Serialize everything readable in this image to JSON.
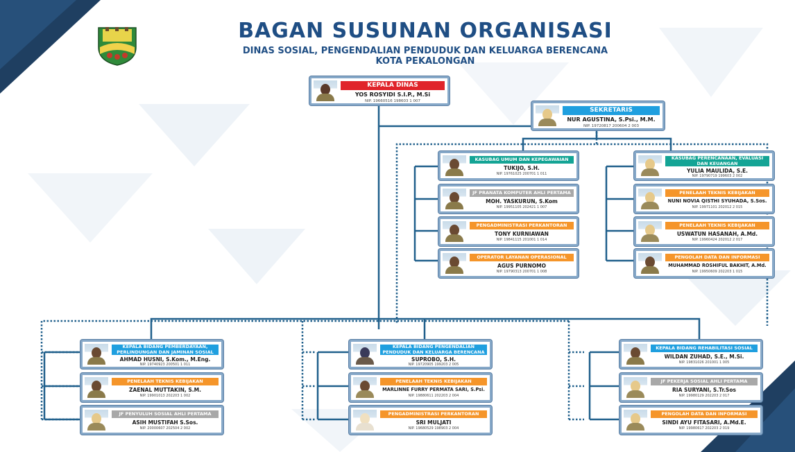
{
  "header": {
    "title": "BAGAN SUSUNAN ORGANISASI",
    "subtitle": "DINAS SOSIAL, PENGENDALIAN PENDUDUK DAN KELUARGA BERENCANA",
    "city": "KOTA PEKALONGAN"
  },
  "colors": {
    "red": "#e0242a",
    "blue": "#1f9fdf",
    "teal": "#14a495",
    "orange": "#f5952a",
    "gray": "#a8a8a8",
    "line": "#1f5f8b",
    "title": "#1f4e84"
  },
  "org": {
    "kepala_dinas": {
      "role": "KEPALA DINAS",
      "name": "YOS ROSYIDI S.I.P., M.Si",
      "nip": "NIP. 19660516 198603 1 007"
    },
    "sekretaris": {
      "role": "SEKRETARIS",
      "name": "NUR AGUSTINA, S.Psi., M.M.",
      "nip": "NIP. 19720817 200604 2 003"
    },
    "umum": [
      {
        "role": "KASUBAG UMUM DAN KEPEGAWAIAN",
        "name": "TUKIJO, S.H.",
        "nip": "NIP. 19761025 200701 1 011"
      },
      {
        "role": "JF PRANATA KOMPUTER AHLI PERTAMA",
        "name": "MOH. YASKURUN, S.Kom",
        "nip": "NIP. 19951105 202421 1 007"
      },
      {
        "role": "PENGADMINISTRASI PERKANTORAN",
        "name": "TONY KURNIAWAN",
        "nip": "NIP. 19841115 201001 1 014"
      },
      {
        "role": "OPERATOR LAYANAN OPERASIONAL",
        "name": "AGUS PURNOMO",
        "nip": "NIP. 19790313 200701 1 008"
      }
    ],
    "perencanaan": [
      {
        "role": "KASUBAG PERENCANAAN, EVALUASI DAN KEUANGAN",
        "name": "YULIA MAULIDA, S.E.",
        "nip": "NIP. 19790719 199603 2 002"
      },
      {
        "role": "PENELAAH TEKNIS KEBIJAKAN",
        "name": "NUNI NOVIA QISTHI SYUHADA, S.Sos.",
        "nip": "NIP. 19971101 202012 2 015"
      },
      {
        "role": "PENELAAH TEKNIS KEBIJAKAN",
        "name": "USWATUN HASANAH, A.Md.",
        "nip": "NIP. 19960424 202012 2 017"
      },
      {
        "role": "PENGOLAH DATA DAN INFORMASI",
        "name": "MUHAMMAD ROSHIFUL BAKHIT, A.Md.",
        "nip": "NIP. 19950609 202203 1 015"
      }
    ],
    "pemberdayaan": [
      {
        "role": "KEPALA BIDANG PEMBERDAYAAN, PERLINDUNGAN DAN JAMINAN SOSIAL",
        "name": "AHMAD HUSNI, S.Kom., M.Eng.",
        "nip": "NIP. 19740923 200501 1 011"
      },
      {
        "role": "PENELAAH TEKNIS KEBIJAKAN",
        "name": "ZAENAL MUTTAKIN, S.M.",
        "nip": "NIP. 19901013 202203 1 002"
      },
      {
        "role": "JF PENYULUH SOSIAL AHLI PERTAMA",
        "name": "ASIH MUSTIFAH S.Sos.",
        "nip": "NIP. 20000607 202504 2 002"
      }
    ],
    "pengendalian": [
      {
        "role": "KEPALA BIDANG PENGENDALIAN PENDUDUK DAN KELUARGA BERENCANA",
        "name": "SUPROBO, S.H.",
        "nip": "NIP. 19720905 199203 2 005"
      },
      {
        "role": "PENELAAH TEKNIS KEBIJAKAN",
        "name": "MARLINNE FURRY PERMATA SARI, S.Psi.",
        "nip": "NIP. 19880611 202203 2 004"
      },
      {
        "role": "PENGADMINISTRASI PERKANTORAN",
        "name": "SRI MULJATI",
        "nip": "NIP. 19680529 198903 2 004"
      }
    ],
    "rehabilitasi": [
      {
        "role": "KEPALA BIDANG REHABILITASI SOSIAL",
        "name": "WILDAN ZUHAD, S.E., M.Si.",
        "nip": "NIP. 19831026 201001 1 005"
      },
      {
        "role": "JF PEKERJA SOSIAL AHLI PERTAMA",
        "name": "RIA SURYANI, S.Tr.Sos",
        "nip": "NIP. 19980129 202203 2 017"
      },
      {
        "role": "PENGOLAH DATA DAN INFORMASI",
        "name": "SINDI AYU FITASARI, A.Md.E.",
        "nip": "NIP. 19980617 202203 2 019"
      }
    ]
  }
}
